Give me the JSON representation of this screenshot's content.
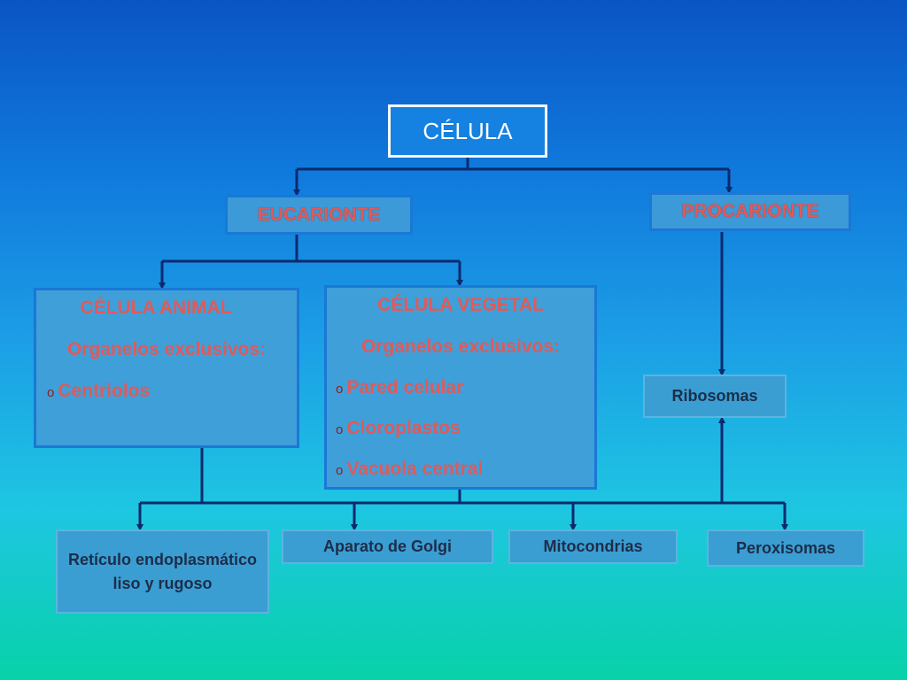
{
  "diagram": {
    "root": "CÉLULA",
    "eukaryote": "EUCARIONTE",
    "prokaryote": "PROCARIONTE",
    "animal_cell": {
      "title": "CÉLULA  ANIMAL",
      "subtitle": "Organelos exclusivos:",
      "items": [
        "Centriolos"
      ]
    },
    "plant_cell": {
      "title": "CÉLULA  VEGETAL",
      "subtitle": "Organelos exclusivos:",
      "items": [
        "Pared celular",
        "Cloroplastos",
        "Vacuola central"
      ]
    },
    "bullet_symbol": "o",
    "shared_organelles": [
      "Retículo endoplasmático liso y rugoso",
      "Aparato de Golgi",
      "Mitocondrias",
      "Peroxisomas"
    ],
    "ribosomes": "Ribosomas"
  },
  "colors": {
    "connector": "#0b2a6e",
    "category_text": "#e05a5a",
    "organelle_text": "#1d2d4a",
    "root_border": "#ffffff"
  }
}
